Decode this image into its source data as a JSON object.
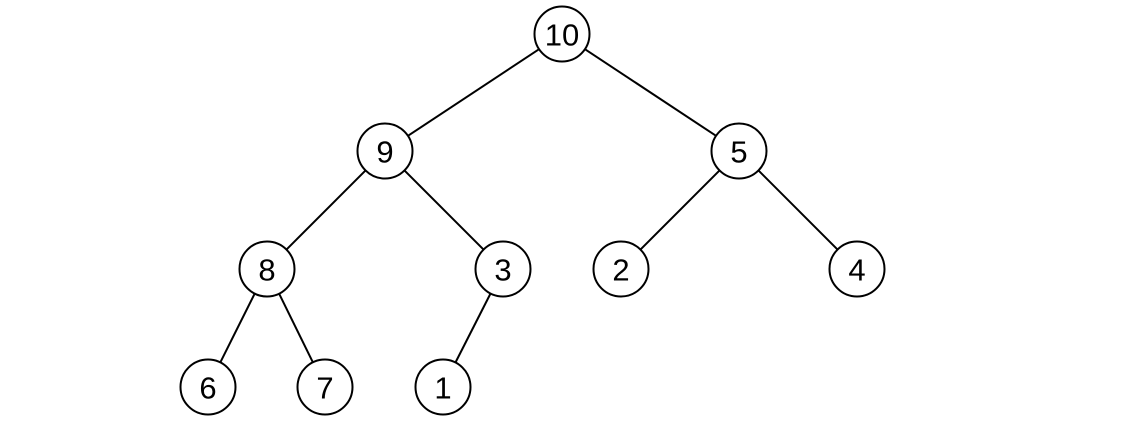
{
  "tree": {
    "nodes": [
      {
        "id": "n10",
        "label": "10"
      },
      {
        "id": "n9",
        "label": "9"
      },
      {
        "id": "n5",
        "label": "5"
      },
      {
        "id": "n8",
        "label": "8"
      },
      {
        "id": "n3",
        "label": "3"
      },
      {
        "id": "n2",
        "label": "2"
      },
      {
        "id": "n4",
        "label": "4"
      },
      {
        "id": "n6",
        "label": "6"
      },
      {
        "id": "n7",
        "label": "7"
      },
      {
        "id": "n1",
        "label": "1"
      }
    ],
    "edges": [
      {
        "from": "n10",
        "to": "n9"
      },
      {
        "from": "n10",
        "to": "n5"
      },
      {
        "from": "n9",
        "to": "n8"
      },
      {
        "from": "n9",
        "to": "n3"
      },
      {
        "from": "n5",
        "to": "n2"
      },
      {
        "from": "n5",
        "to": "n4"
      },
      {
        "from": "n8",
        "to": "n6"
      },
      {
        "from": "n8",
        "to": "n7"
      },
      {
        "from": "n3",
        "to": "n1"
      }
    ]
  }
}
